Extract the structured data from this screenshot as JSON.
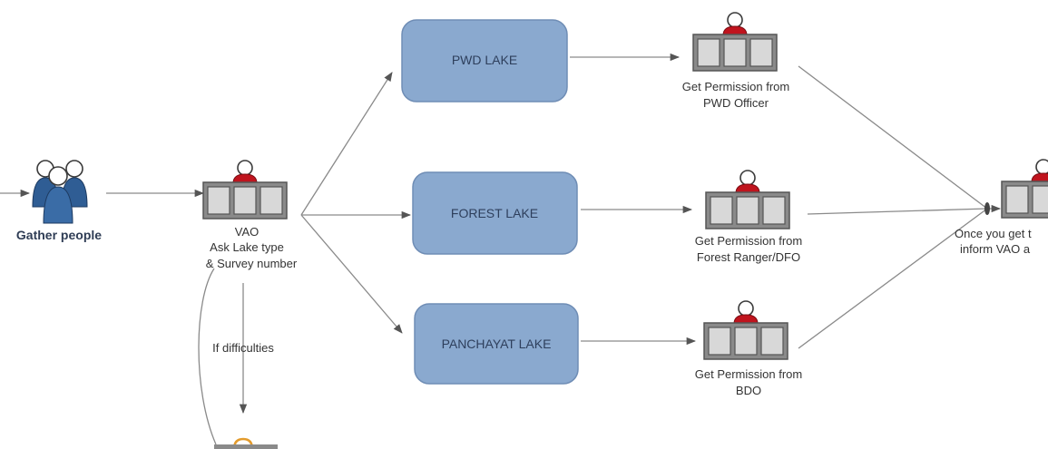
{
  "diagram": {
    "start_label": "Gather people",
    "vao": {
      "line1": "VAO",
      "line2": "Ask Lake type",
      "line3": "& Survey number"
    },
    "difficulty_label": "If difficulties",
    "lakes": [
      {
        "label": "PWD LAKE"
      },
      {
        "label": "FOREST LAKE"
      },
      {
        "label": "PANCHAYAT LAKE"
      }
    ],
    "permissions": [
      {
        "line1": "Get Permission from",
        "line2": "PWD Officer"
      },
      {
        "line1": "Get Permission from",
        "line2": "Forest Ranger/DFO"
      },
      {
        "line1": "Get Permission from",
        "line2": "BDO"
      }
    ],
    "final": {
      "line1": "Once you get t",
      "line2": "inform VAO a"
    }
  },
  "colors": {
    "lake_fill": "#8aa9cf",
    "lake_stroke": "#6f8db5",
    "actor_head": "#ffffff",
    "actor_body": "#c0141e",
    "people_blue": "#2f5d94",
    "connector": "#8a8a8a",
    "desk_fill": "#d6d6d6",
    "desk_frame": "#707070"
  }
}
